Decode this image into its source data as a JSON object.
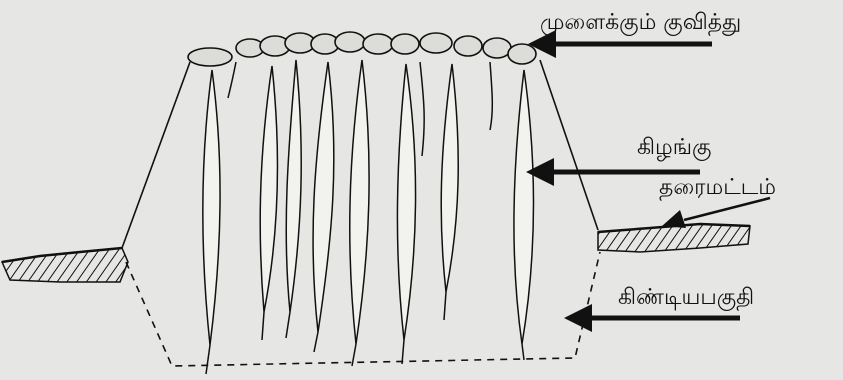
{
  "labels": {
    "sprouting_heap": "முளைக்கும் குவித்து",
    "tuber": "கிழங்கு",
    "ground_level": "தரைமட்டம்",
    "dug_portion": "கிண்டியபகுதி"
  },
  "colors": {
    "background": "#e6e6e4",
    "ink": "#111111"
  },
  "icons": {
    "arrow": "left-arrow-icon"
  }
}
